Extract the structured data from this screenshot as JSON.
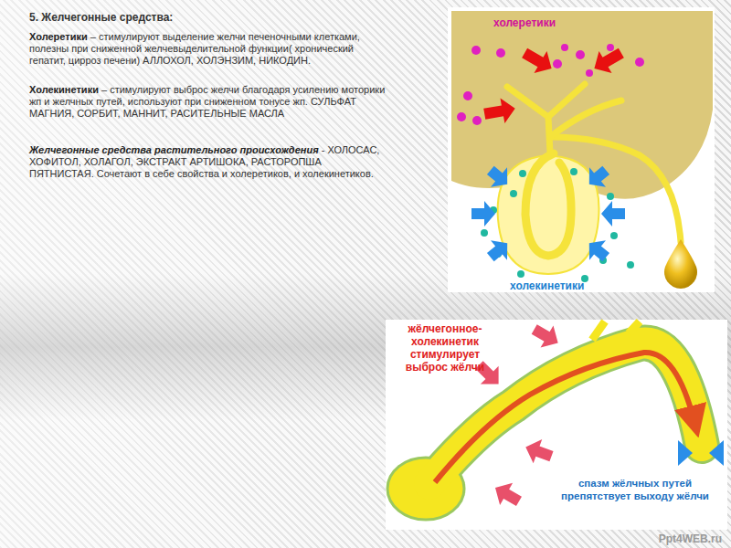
{
  "diagram": {
    "title": "5. Желчегонные средства:",
    "labels": [
      "Холеретики",
      "– стимулируют выделение желчи печеночными клетками, полезны при сниженной желчевыделительной функции( хронический гепатит, цирроз печени) АЛЛОХОЛ, ХОЛЭНЗИМ, НИКОДИН.",
      "Холекинетики",
      "– стимулируют выброс желчи благодаря усилению моторики жп и желчных путей, используют при сниженном тонусе жп. СУЛЬФАТ МАГНИЯ, СОРБИТ, МАННИТ, РАСИТЕЛЬНЫЕ МАСЛА",
      "Желчегонные средства растительного происхождения",
      "- ХОЛОСАС, ХОФИТОЛ, ХОЛАГОЛ, ЭКСТРАКТ АРТИШОКА, РАСТОРОПША ПЯТНИСТАЯ. Сочетают в себе свойства и холеретиков, и холекинетиков.",
      "холеретики",
      "холекинетики",
      "жёлчегонное- холекинетик стимулирует выброс жёлчи",
      "спазм жёлчных путей препятствует выходу жёлчи",
      "Ppt4WEB.ru"
    ]
  }
}
